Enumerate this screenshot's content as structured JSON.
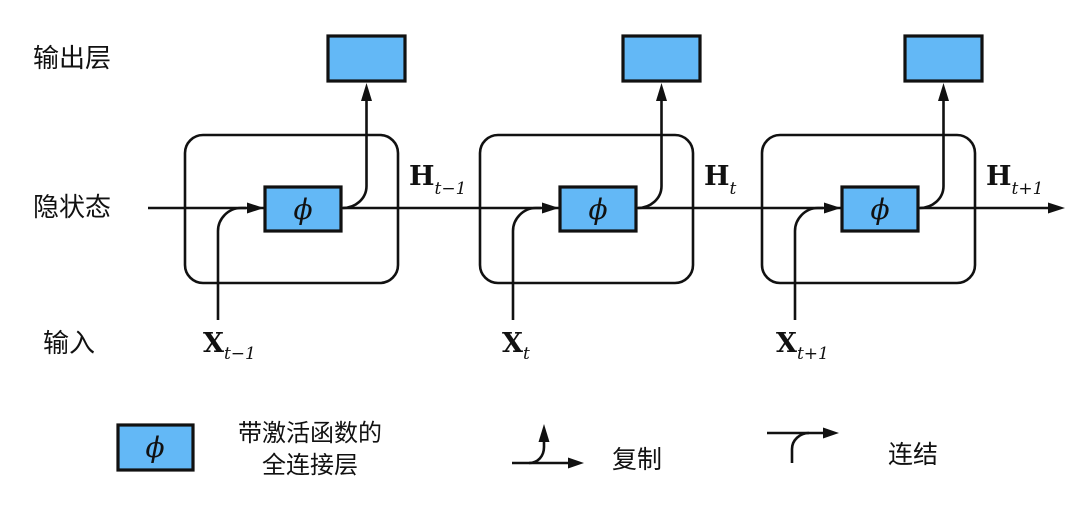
{
  "diagram": {
    "title_semantic": "rnn-unrolled-architecture",
    "row_labels": {
      "output": "输出层",
      "hidden": "隐状态",
      "input": "输入"
    },
    "phi": "ϕ",
    "units": [
      {
        "h_main": "H",
        "h_sub": "t−1",
        "x_main": "X",
        "x_sub": "t−1"
      },
      {
        "h_main": "H",
        "h_sub": "t",
        "x_main": "X",
        "x_sub": "t"
      },
      {
        "h_main": "H",
        "h_sub": "t+1",
        "x_main": "X",
        "x_sub": "t+1"
      }
    ],
    "legend": {
      "fc_line1": "带激活函数的",
      "fc_line2": "全连接层",
      "copy_label": "复制",
      "concat_label": "连结"
    },
    "colors": {
      "box_fill": "#63B8F6",
      "stroke": "#111111"
    }
  }
}
